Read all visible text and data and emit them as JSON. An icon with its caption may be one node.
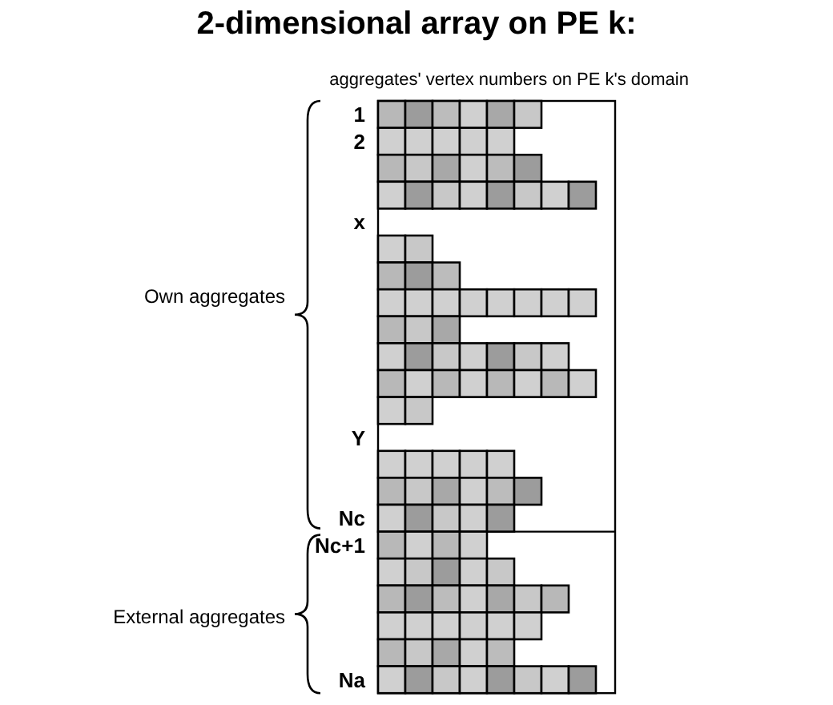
{
  "diagram": {
    "title": "2-dimensional array on PE k:",
    "labels": [
      "aggregates' vertex numbers on PE k's domain",
      "1",
      "2",
      "x",
      "Own aggregates",
      "Y",
      "Nc",
      "Nc+1",
      "External aggregates",
      "Na"
    ]
  }
}
